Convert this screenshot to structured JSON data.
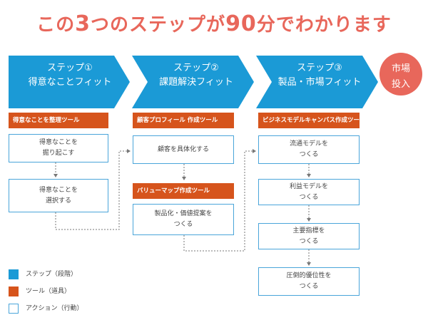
{
  "title": {
    "pre": "この",
    "num": "3",
    "mid": "つのステップが",
    "num2": "90",
    "post": "分でわかります"
  },
  "steps": [
    {
      "line1": "ステップ①",
      "line2": "得意なことフィット"
    },
    {
      "line1": "ステップ②",
      "line2": "課題解決フィット"
    },
    {
      "line1": "ステップ③",
      "line2": "製品・市場フィット"
    }
  ],
  "final": {
    "line1": "市場",
    "line2": "投入"
  },
  "col1": {
    "tool": "得意なことを整理ツール",
    "actions": [
      {
        "l1": "得意なことを",
        "l2": "掘り起こす"
      },
      {
        "l1": "得意なことを",
        "l2": "選択する"
      }
    ]
  },
  "col2": {
    "tool": "顧客プロフィール 作成ツール",
    "action1": {
      "l1": "顧客を具体化する",
      "l2": ""
    },
    "tool2": "バリューマップ作成ツール",
    "action2": {
      "l1": "製品化・価値提案を",
      "l2": "つくる"
    }
  },
  "col3": {
    "tool": "ビジネスモデルキャンバス作成ツール",
    "actions": [
      {
        "l1": "流通モデルを",
        "l2": "つくる"
      },
      {
        "l1": "利益モデルを",
        "l2": "つくる"
      },
      {
        "l1": "主要指標を",
        "l2": "つくる"
      },
      {
        "l1": "圧倒的優位性を",
        "l2": "つくる"
      }
    ]
  },
  "legend": {
    "step": "ステップ（段階）",
    "tool": "ツール（道具）",
    "action": "アクション（行動）"
  },
  "colors": {
    "step": "#1b9ad6",
    "tool": "#d6541c",
    "action_border": "#4aa5da",
    "title": "#e8675b"
  }
}
